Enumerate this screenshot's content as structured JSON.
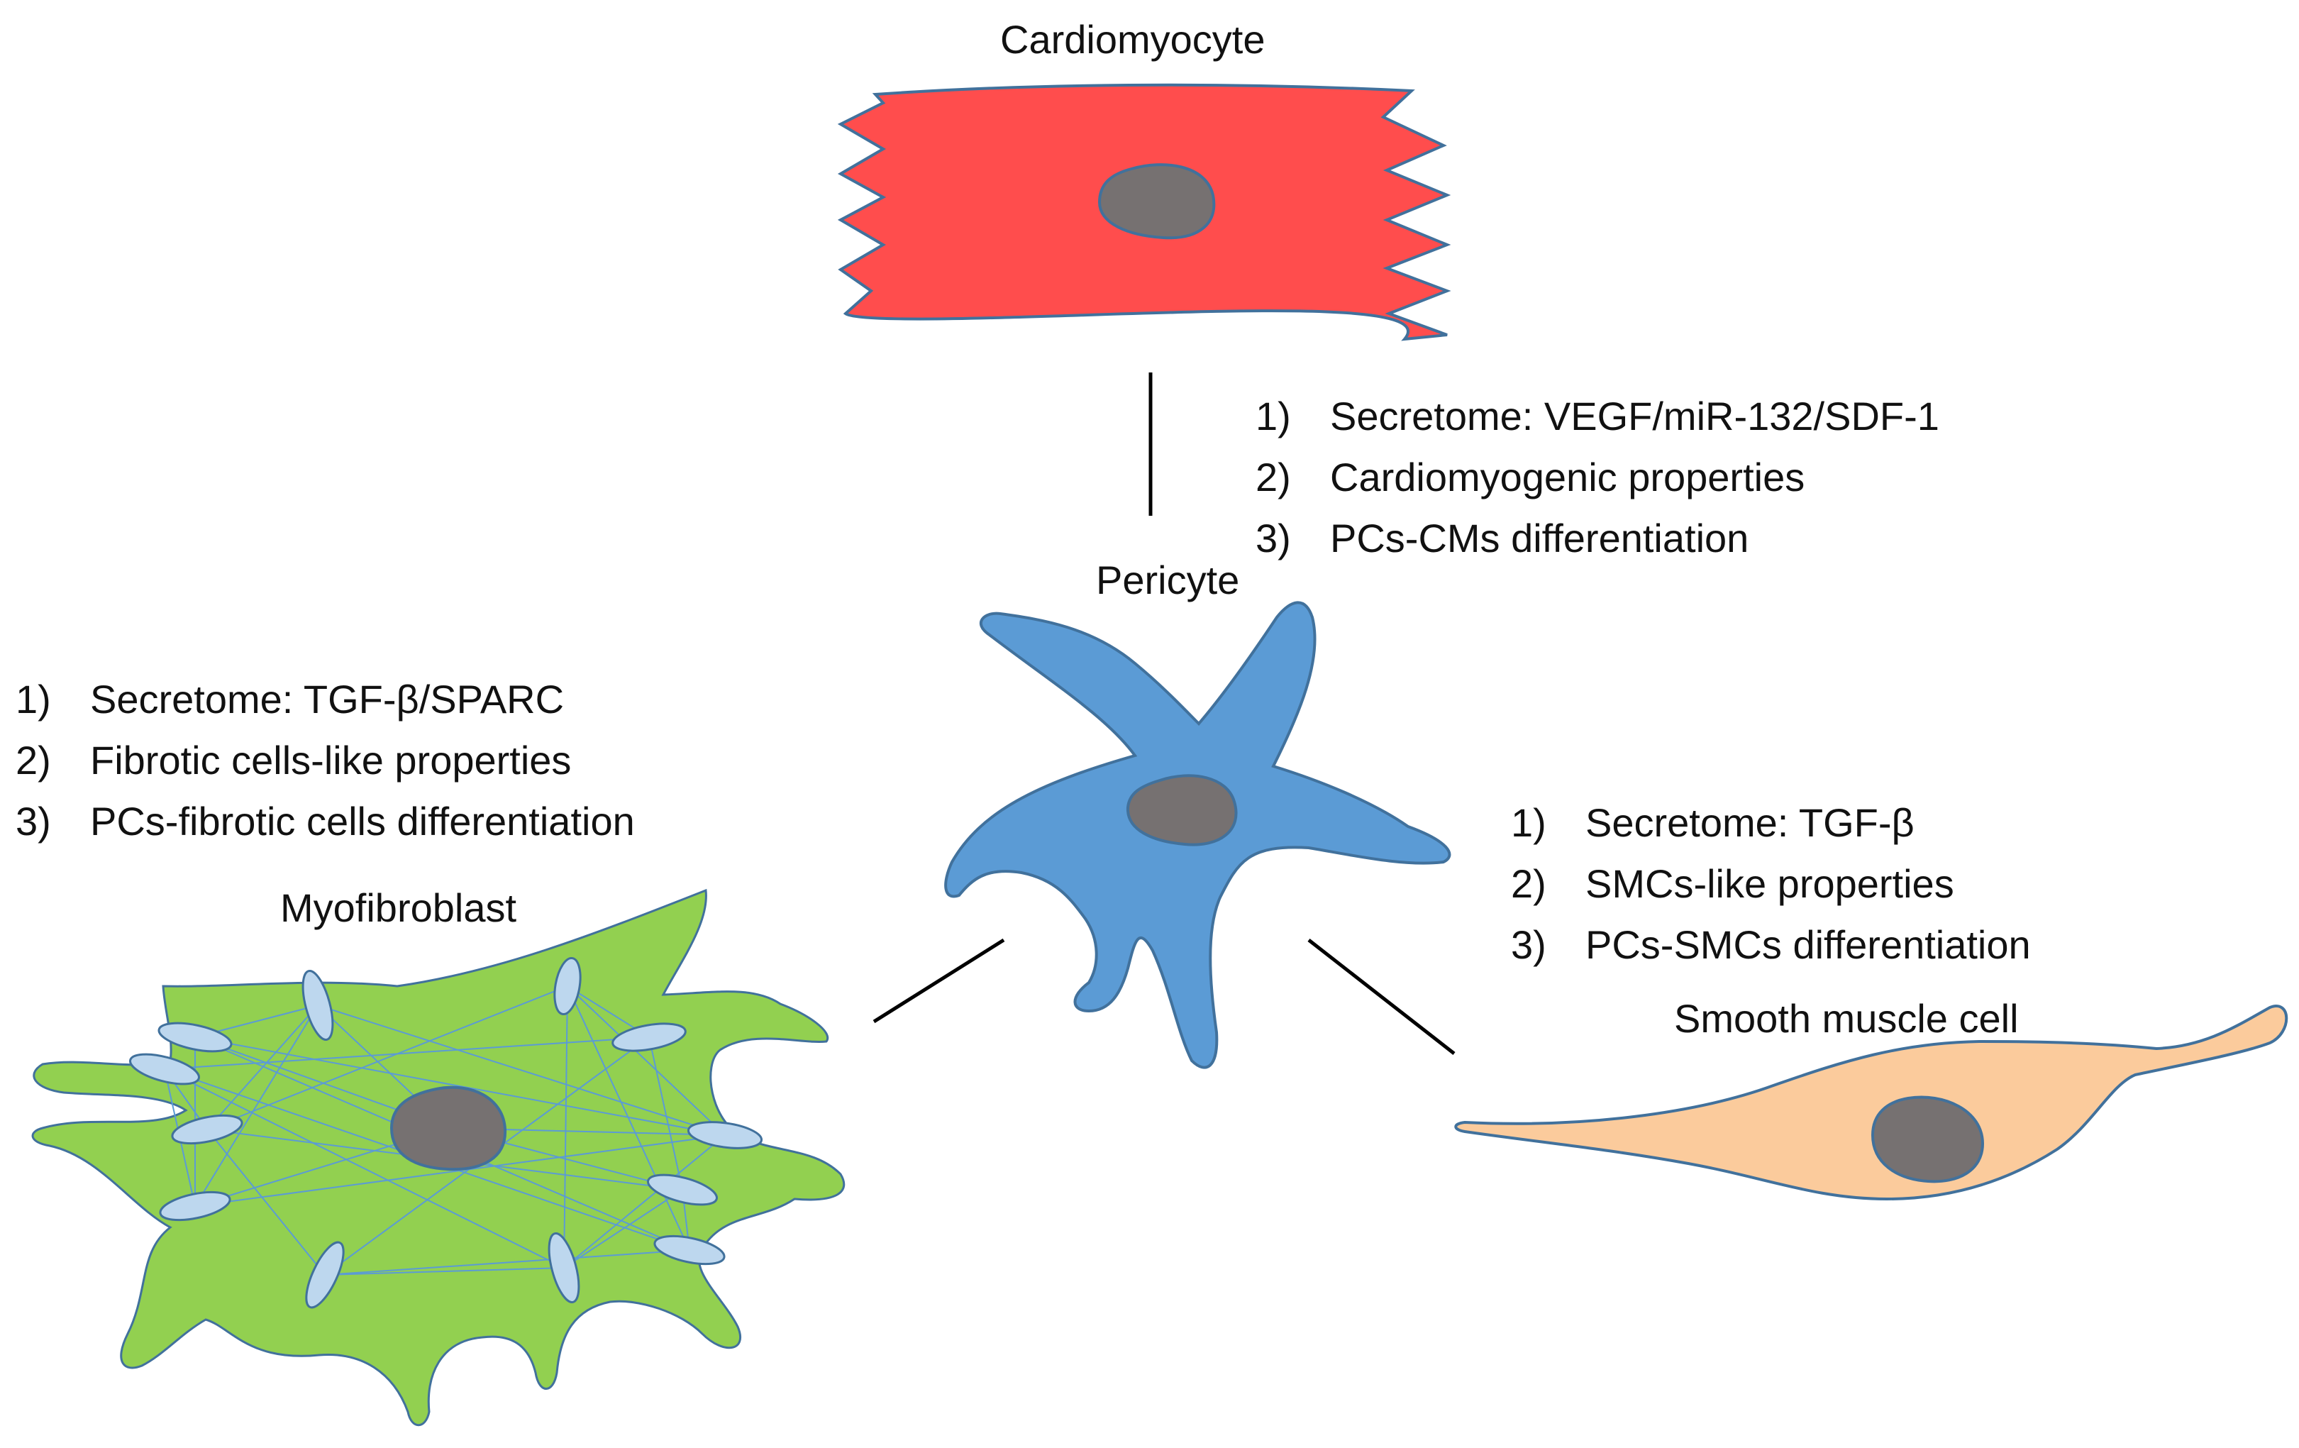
{
  "cells": {
    "cardiomyocyte": {
      "label": "Cardiomyocyte"
    },
    "pericyte": {
      "label": "Pericyte"
    },
    "myofibroblast": {
      "label": "Myofibroblast"
    },
    "smooth_muscle": {
      "label": "Smooth muscle cell"
    }
  },
  "lists": {
    "cardiomyocyte": [
      {
        "num": "1)",
        "text": "Secretome: VEGF/miR-132/SDF-1"
      },
      {
        "num": "2)",
        "text": "Cardiomyogenic properties"
      },
      {
        "num": "3)",
        "text": "PCs-CMs differentiation"
      }
    ],
    "myofibroblast": [
      {
        "num": "1)",
        "text": "Secretome: TGF-β/SPARC"
      },
      {
        "num": "2)",
        "text": "Fibrotic cells-like properties"
      },
      {
        "num": "3)",
        "text": "PCs-fibrotic cells differentiation"
      }
    ],
    "smooth_muscle": [
      {
        "num": "1)",
        "text": "Secretome: TGF-β"
      },
      {
        "num": "2)",
        "text": "SMCs-like properties"
      },
      {
        "num": "3)",
        "text": "PCs-SMCs differentiation"
      }
    ]
  },
  "colors": {
    "cardiomyocyte": "#ff4d4d",
    "pericyte": "#5b9bd5",
    "myofibroblast": "#92d050",
    "smooth_muscle": "#fbcb9c",
    "nucleus": "#767171",
    "outline": "#41719c",
    "adhesion": "#bdd7ee",
    "connector": "#000000"
  },
  "icons": {
    "cardiomyocyte": "cardiomyocyte-cell-icon",
    "pericyte": "pericyte-cell-icon",
    "myofibroblast": "myofibroblast-cell-icon",
    "smooth_muscle": "smooth-muscle-cell-icon"
  }
}
